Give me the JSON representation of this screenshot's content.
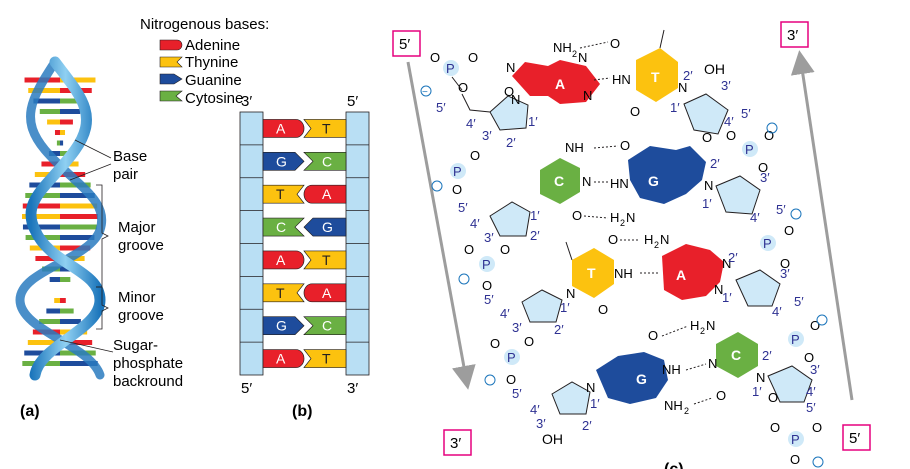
{
  "colors": {
    "adenine": "#e8202a",
    "thymine": "#fcc20f",
    "guanine": "#1e4c9c",
    "cytosine": "#6ab043",
    "backbone": "#b9dff4",
    "sugar": "#cfe9f8",
    "label_blue": "#2e3192",
    "box_magenta": "#e5007e",
    "arrow_gray": "#9d9d9d"
  },
  "panel_a": {
    "legend_title": "Nitrogenous bases:",
    "legend": [
      {
        "name": "Adenine",
        "color": "#e8202a"
      },
      {
        "name": "Thynine",
        "color": "#fcc20f"
      },
      {
        "name": "Guanine",
        "color": "#1e4c9c"
      },
      {
        "name": "Cytosine",
        "color": "#6ab043"
      }
    ],
    "label_base_pair": [
      "Base",
      "pair"
    ],
    "label_major": [
      "Major",
      "groove"
    ],
    "label_minor": [
      "Minor",
      "groove"
    ],
    "label_backbone": [
      "Sugar-",
      "phosphate",
      "backround"
    ],
    "caption": "(a)"
  },
  "panel_b": {
    "top_left": "3′",
    "top_right": "5′",
    "bottom_left": "5′",
    "bottom_right": "3′",
    "caption": "(b)",
    "pairs": [
      {
        "left": "A",
        "right": "T"
      },
      {
        "left": "G",
        "right": "C"
      },
      {
        "left": "T",
        "right": "A"
      },
      {
        "left": "C",
        "right": "G"
      },
      {
        "left": "A",
        "right": "T"
      },
      {
        "left": "T",
        "right": "A"
      },
      {
        "left": "G",
        "right": "C"
      },
      {
        "left": "A",
        "right": "T"
      }
    ]
  },
  "panel_c": {
    "box_top_left": "5′",
    "box_top_right": "3′",
    "box_bottom_left": "3′",
    "box_bottom_right": "5′",
    "caption": "(c)",
    "base_letters": [
      "A",
      "T",
      "C",
      "G",
      "T",
      "A",
      "G",
      "C"
    ],
    "atoms": {
      "P": "P",
      "O": "O",
      "N": "N",
      "NH": "NH",
      "HN": "HN",
      "NH2": "NH",
      "H2N": "H",
      "sub2": "2",
      "OH": "OH",
      "minus": "−"
    },
    "primes": {
      "p1": "1′",
      "p2": "2′",
      "p3": "3′",
      "p4": "4′",
      "p5": "5′"
    }
  }
}
